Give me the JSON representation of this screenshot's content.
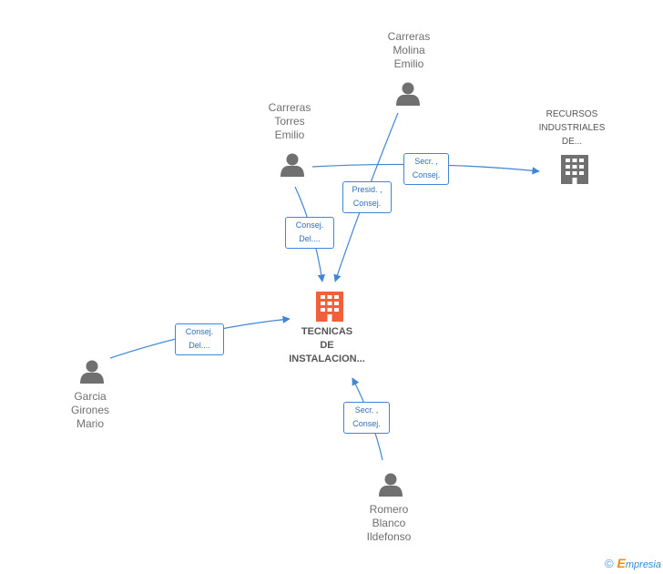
{
  "center_company": {
    "name": "TECNICAS\nDE\nINSTALACION...",
    "color": "#f0603a"
  },
  "companies": [
    {
      "id": "recursos",
      "name": "RECURSOS\nINDUSTRIALES\nDE...",
      "color": "#707070"
    }
  ],
  "persons": [
    {
      "id": "molina",
      "name": "Carreras\nMolina\nEmilio"
    },
    {
      "id": "torres",
      "name": "Carreras\nTorres\nEmilio"
    },
    {
      "id": "garcia",
      "name": "Garcia\nGirones\nMario"
    },
    {
      "id": "romero",
      "name": "Romero\nBlanco\nIldefonso"
    }
  ],
  "relations": [
    {
      "id": "torres-recursos",
      "label": "Secr. ,\nConsej."
    },
    {
      "id": "molina-center",
      "label": "Presid. ,\nConsej."
    },
    {
      "id": "torres-center",
      "label": "Consej.\nDel...."
    },
    {
      "id": "garcia-center",
      "label": "Consej.\nDel...."
    },
    {
      "id": "romero-center",
      "label": "Secr. ,\nConsej."
    }
  ],
  "colors": {
    "edge": "#3f86d8",
    "person_icon": "#707070"
  },
  "footer": {
    "copyright": "©",
    "brand_initial": "E",
    "brand_rest": "mpresia"
  }
}
